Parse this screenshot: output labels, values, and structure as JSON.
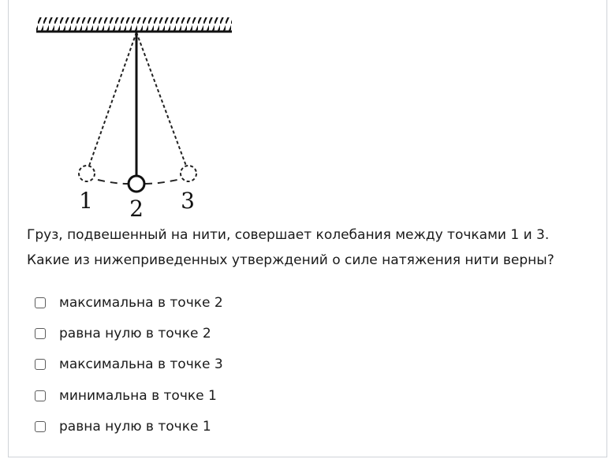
{
  "figure": {
    "point_labels": [
      "1",
      "2",
      "3"
    ]
  },
  "question": {
    "line1": "Груз, подвешенный на нити, совершает колебания между точками 1 и 3.",
    "line2": "Какие из нижеприведенных утверждений о силе натяжения нити верны?"
  },
  "options": [
    {
      "label": "максимальна в точке 2",
      "checked": false
    },
    {
      "label": "равна нулю в точке 2",
      "checked": false
    },
    {
      "label": "максимальна в точке 3",
      "checked": false
    },
    {
      "label": "минимальна в точке 1",
      "checked": false
    },
    {
      "label": "равна нулю в точке 1",
      "checked": false
    }
  ]
}
